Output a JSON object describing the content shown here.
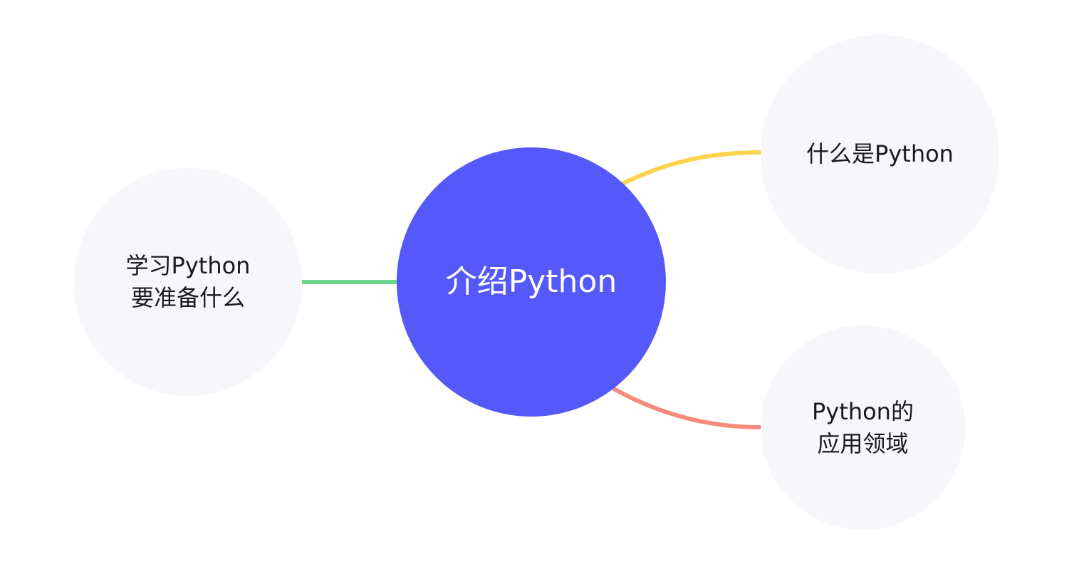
{
  "diagram": {
    "center": {
      "label": "介绍Python"
    },
    "branches": [
      {
        "id": "top",
        "label_lines": [
          "什么是Python"
        ],
        "color": "#fdd34b"
      },
      {
        "id": "left",
        "label_lines": [
          "学习Python",
          "要准备什么"
        ],
        "color": "#6ed58e"
      },
      {
        "id": "bottom",
        "label_lines": [
          "Python的",
          "应用领域"
        ],
        "color": "#f88a7d"
      }
    ],
    "colors": {
      "center_fill": "#5659f9",
      "node_fill": "#f6f6fb",
      "background": "#ffffff"
    }
  }
}
